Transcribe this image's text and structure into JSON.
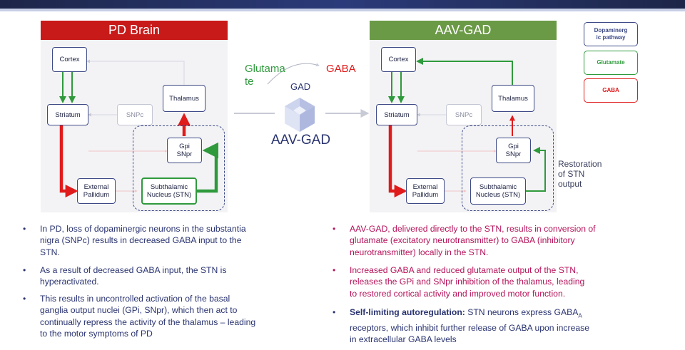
{
  "left_panel": {
    "title": "PD Brain",
    "cortex": "Cortex",
    "striatum": "Striatum",
    "snpc": "SNPc",
    "thalamus": "Thalamus",
    "gpi": "Gpi\nSNpr",
    "external": "External\nPallidum",
    "stn": "Subthalamic\nNucleus (STN)"
  },
  "right_panel": {
    "title": "AAV-GAD",
    "cortex": "Cortex",
    "striatum": "Striatum",
    "snpc": "SNPc",
    "thalamus": "Thalamus",
    "gpi": "Gpi\nSNpr",
    "external": "External\nPallidum",
    "stn": "Subthalamic\nNucleus (STN)",
    "side_label": "Restoration\nof STN\noutput"
  },
  "middle": {
    "glutamate": "Glutama\nte",
    "gaba": "GABA",
    "gad": "GAD",
    "vector": "AAV-GAD"
  },
  "legend": {
    "dopaminergic": "Dopaminerg\nic pathway",
    "glutamate": "Glutamate",
    "gaba": "GABA"
  },
  "colors": {
    "red": "#e01b1b",
    "green": "#2f9a3c",
    "navy": "#2a3470",
    "magenta": "#b5135a",
    "red_banner": "#c91a1a",
    "green_banner": "#6b9a46"
  },
  "left_bullets": [
    "In PD, loss of dopaminergic neurons in the substantia\nnigra (SNPc) results in decreased GABA input to the\nSTN.",
    "As a result of decreased GABA input, the STN is\nhyperactivated.",
    "This results in uncontrolled activation of the basal\nganglia output nuclei (GPi, SNpr), which then act to\ncontinually repress the activity of the thalamus – leading\nto the motor symptoms of PD"
  ],
  "right_bullets": [
    "AAV-GAD, delivered directly to the STN, results in conversion of\nglutamate (excitatory neurotransmitter) to GABA (inhibitory\nneurotransmitter) locally in the STN.",
    "Increased GABA and reduced glutamate output of the STN,\nreleases the GPi and SNpr inhibition of the thalamus, leading\nto restored cortical activity and improved motor function."
  ],
  "right_bullet3": {
    "bold": "Self-limiting autoregulation:",
    "rest1": " STN neurons express GABA",
    "sub": "A",
    "rest2": "\nreceptors, which inhibit further release of GABA upon increase\nin extracellular GABA levels"
  },
  "bullet_char": "•"
}
